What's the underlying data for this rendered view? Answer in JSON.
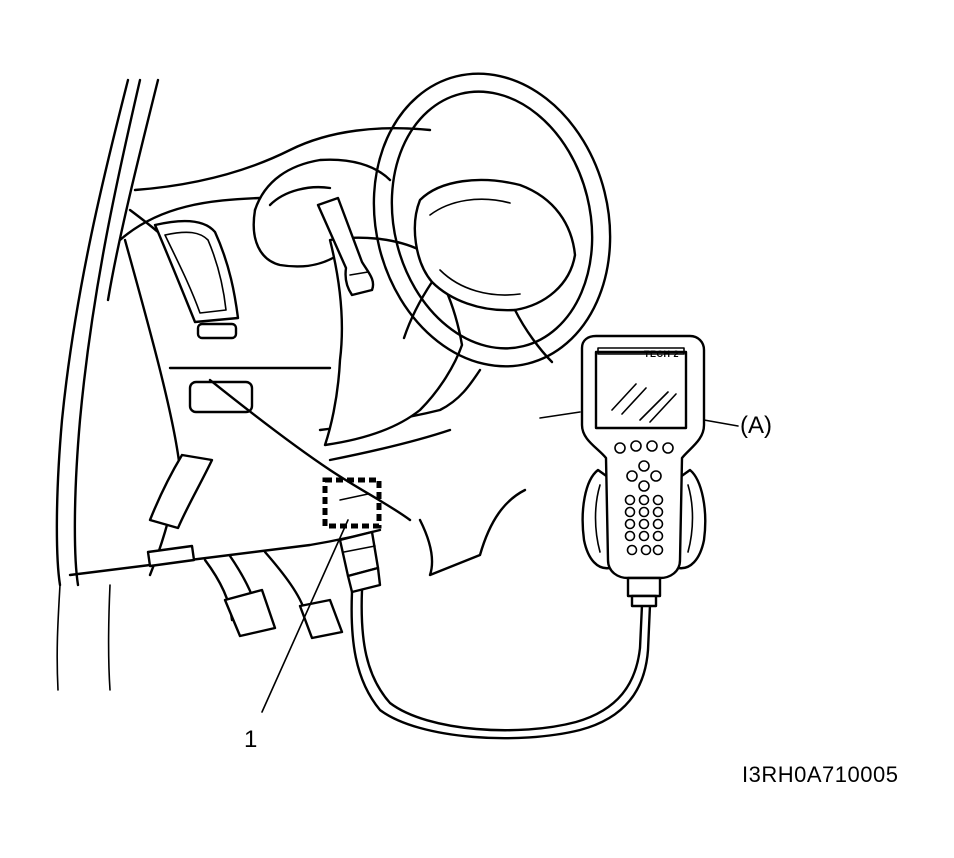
{
  "callouts": {
    "connector_number": "1",
    "scan_tool_letter": "(A)"
  },
  "figure_code": "I3RH0A710005",
  "screen_brand": "TECH 2"
}
